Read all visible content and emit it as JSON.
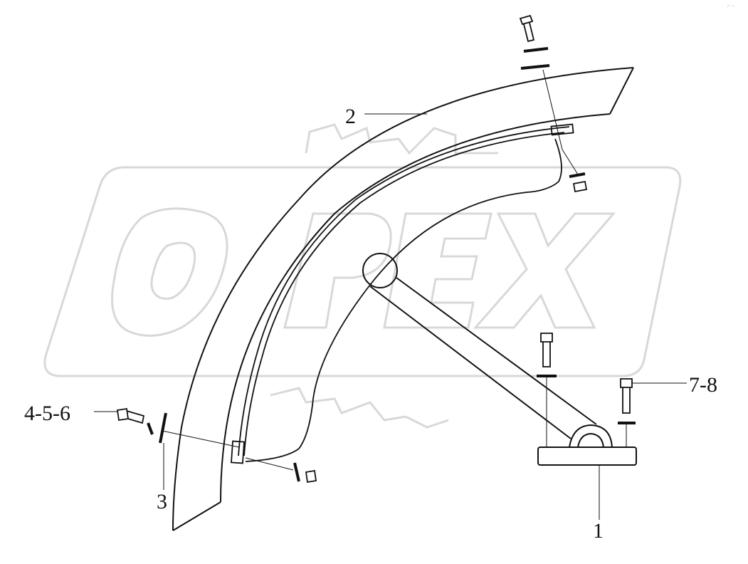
{
  "watermark": {
    "brand_text": "OPEX",
    "icon": "gear-watermark-icon",
    "color": "#d8d8d8"
  },
  "labels": {
    "frame": "1",
    "fender": "2",
    "bracket_bolt_set": "3",
    "bolt_set_4_5_6": "4-5-6",
    "bolt_set_7_8": "7-8"
  },
  "corner_mark": "⌐ ‒",
  "colors": {
    "line": "#111111",
    "watermark": "#d8d8d8"
  }
}
